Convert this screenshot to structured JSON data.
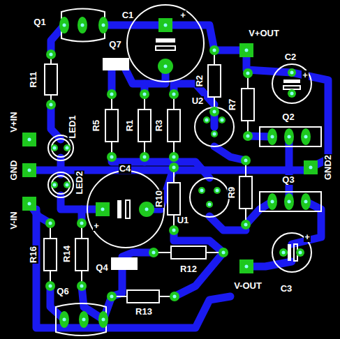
{
  "diagram": {
    "labels": [
      "Q1",
      "C1",
      "+",
      "V+OUT",
      "Q7",
      "C2",
      "+",
      "R2",
      "R11",
      "U2",
      "R7",
      "R5",
      "R1",
      "R3",
      "V+IN",
      "LED1",
      "Q2",
      "C4",
      "GND",
      "GND2",
      "LED2",
      "Q3",
      "R10",
      "R9",
      "V-IN",
      "+",
      "U1",
      "R16",
      "R14",
      "Q4",
      "R12",
      "+",
      "V-OUT",
      "C3",
      "Q6",
      "R13"
    ]
  }
}
